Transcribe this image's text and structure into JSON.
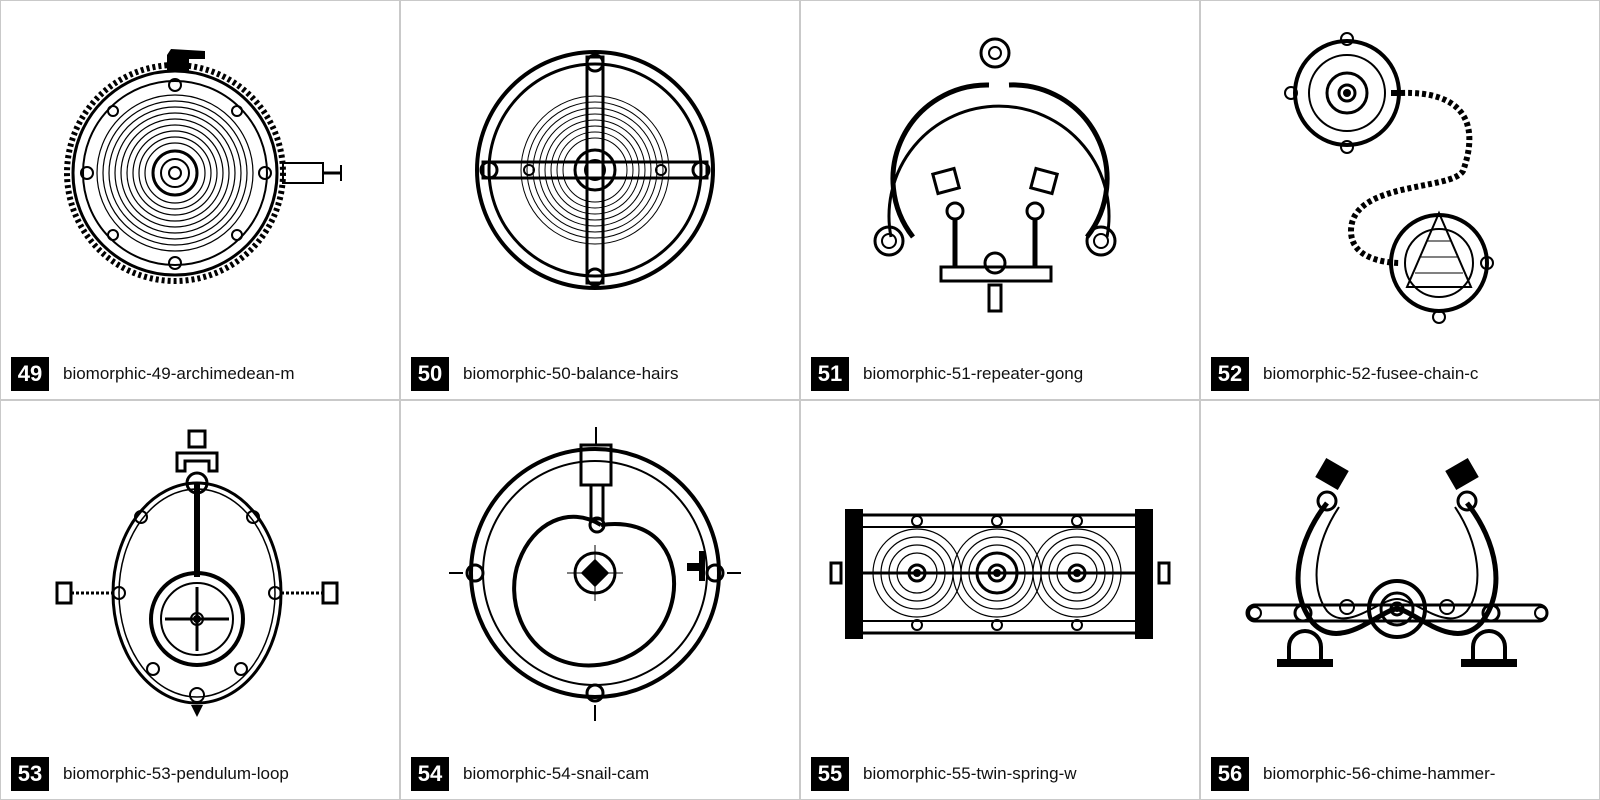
{
  "tiles": [
    {
      "number": "49",
      "name": "biomorphic-49-archimedean-m",
      "icon": "archimedean-spring-mechanism"
    },
    {
      "number": "50",
      "name": "biomorphic-50-balance-hairs",
      "icon": "balance-hairspring"
    },
    {
      "number": "51",
      "name": "biomorphic-51-repeater-gong",
      "icon": "repeater-gong"
    },
    {
      "number": "52",
      "name": "biomorphic-52-fusee-chain-c",
      "icon": "fusee-chain"
    },
    {
      "number": "53",
      "name": "biomorphic-53-pendulum-loop",
      "icon": "pendulum-loop"
    },
    {
      "number": "54",
      "name": "biomorphic-54-snail-cam",
      "icon": "snail-cam"
    },
    {
      "number": "55",
      "name": "biomorphic-55-twin-spring-w",
      "icon": "twin-spring"
    },
    {
      "number": "56",
      "name": "biomorphic-56-chime-hammer-",
      "icon": "chime-hammer"
    }
  ],
  "colors": {
    "ink": "#000000",
    "paper": "#ffffff",
    "gutter": "#c9c9c9"
  }
}
